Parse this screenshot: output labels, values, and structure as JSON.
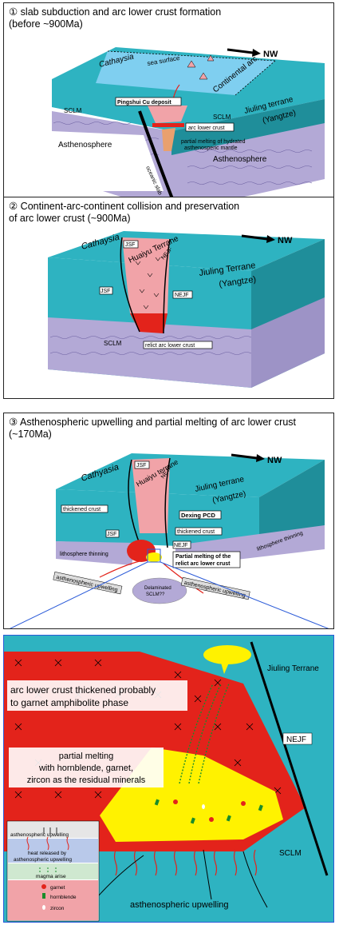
{
  "panel1": {
    "title_line1": "① slab subduction and arc lower crust formation",
    "title_line2": "(before ~900Ma)",
    "direction": "NW",
    "labels": {
      "cathaysia": "Cathaysia",
      "sea_surface": "sea surface",
      "continental_arc": "Continental arc",
      "pingshui": "Pingshui Cu deposit",
      "sclm_left": "SCLM",
      "sclm_right": "SCLM",
      "jiuling": "Jiuling terrane",
      "yangtze": "(Yangtze)",
      "arc_lower_crust": "arc lower crust",
      "asthenosphere_left": "Asthenosphere",
      "oceanic_slab": "oceanic slab",
      "partial_melting_1": "partial melting of hydrated",
      "partial_melting_2": "asthenosperic mantle",
      "asthenosphere_right": "Asthenosphere"
    }
  },
  "panel2": {
    "title_line1": "② Continent-arc-continent collision and preservation",
    "title_line2": "of arc lower crust (~900Ma)",
    "direction": "NW",
    "labels": {
      "cathaysia": "Cathaysia",
      "jsf_top": "JSF",
      "huaiyu": "Huaiyu Terrane",
      "nejf_top": "NEJF",
      "jiuling": "Jiuling Terrane",
      "yangtze": "(Yangtze)",
      "jsf": "JSF",
      "nejf": "NEJF",
      "sclm": "SCLM",
      "relict": "relict arc lower crust"
    }
  },
  "panel3": {
    "title_line1": "③ Asthenospheric upwelling and partial melting of arc lower crust",
    "title_line2": "(~170Ma)",
    "direction": "NW",
    "labels": {
      "cathyasia": "Cathyasia",
      "jsf_top": "JSF",
      "huaiyu": "Huaiyu terrane",
      "nejf_top": "NEJF",
      "jiuling": "Jiuling terrane",
      "yangtze": "(Yangtze)",
      "dexing": "Dexing PCD",
      "thickened_left": "thickened crust",
      "thickened_right": "thickened crust",
      "jsf": "JSF",
      "nejf": "NEJF",
      "partial_1": "Partial melting of the",
      "partial_2": "relict arc lower crust",
      "litho_left": "lithosphere thinning",
      "litho_right": "lithosphere thinning",
      "astheno_left": "asthenospheric upwelling",
      "delaminated_1": "Delaminated",
      "delaminated_2": "SCLM??",
      "astheno_right": "asthenospheric upwelling"
    }
  },
  "panel4": {
    "jiuling": "Jiuling Terrane",
    "arc_1": "arc lower crust thickened probably",
    "arc_2": "to garnet amphibolite phase",
    "nejf": "NEJF",
    "pm_1": "partial melting",
    "pm_2": "with hornblende, garnet,",
    "pm_3": "zircon as the residual minerals",
    "sclm": "SCLM",
    "upwelling": "asthenospheric upwelling",
    "legend": {
      "upwelling": "asthenospheric upwelling",
      "heat_1": "heat released by",
      "heat_2": "asthenospheric upwelling",
      "magma": "magma arise",
      "garnet": "garnet",
      "hornblende": "hornblende",
      "zircon": "zircon"
    }
  },
  "colors": {
    "teal": "#2eb3c1",
    "teal_dark": "#1f8e9a",
    "sea": "#7fcff0",
    "pink": "#f1a3a8",
    "lavender": "#b3a9d6",
    "red": "#e3231b",
    "yellow": "#fff200",
    "green": "#1a8c2a"
  }
}
